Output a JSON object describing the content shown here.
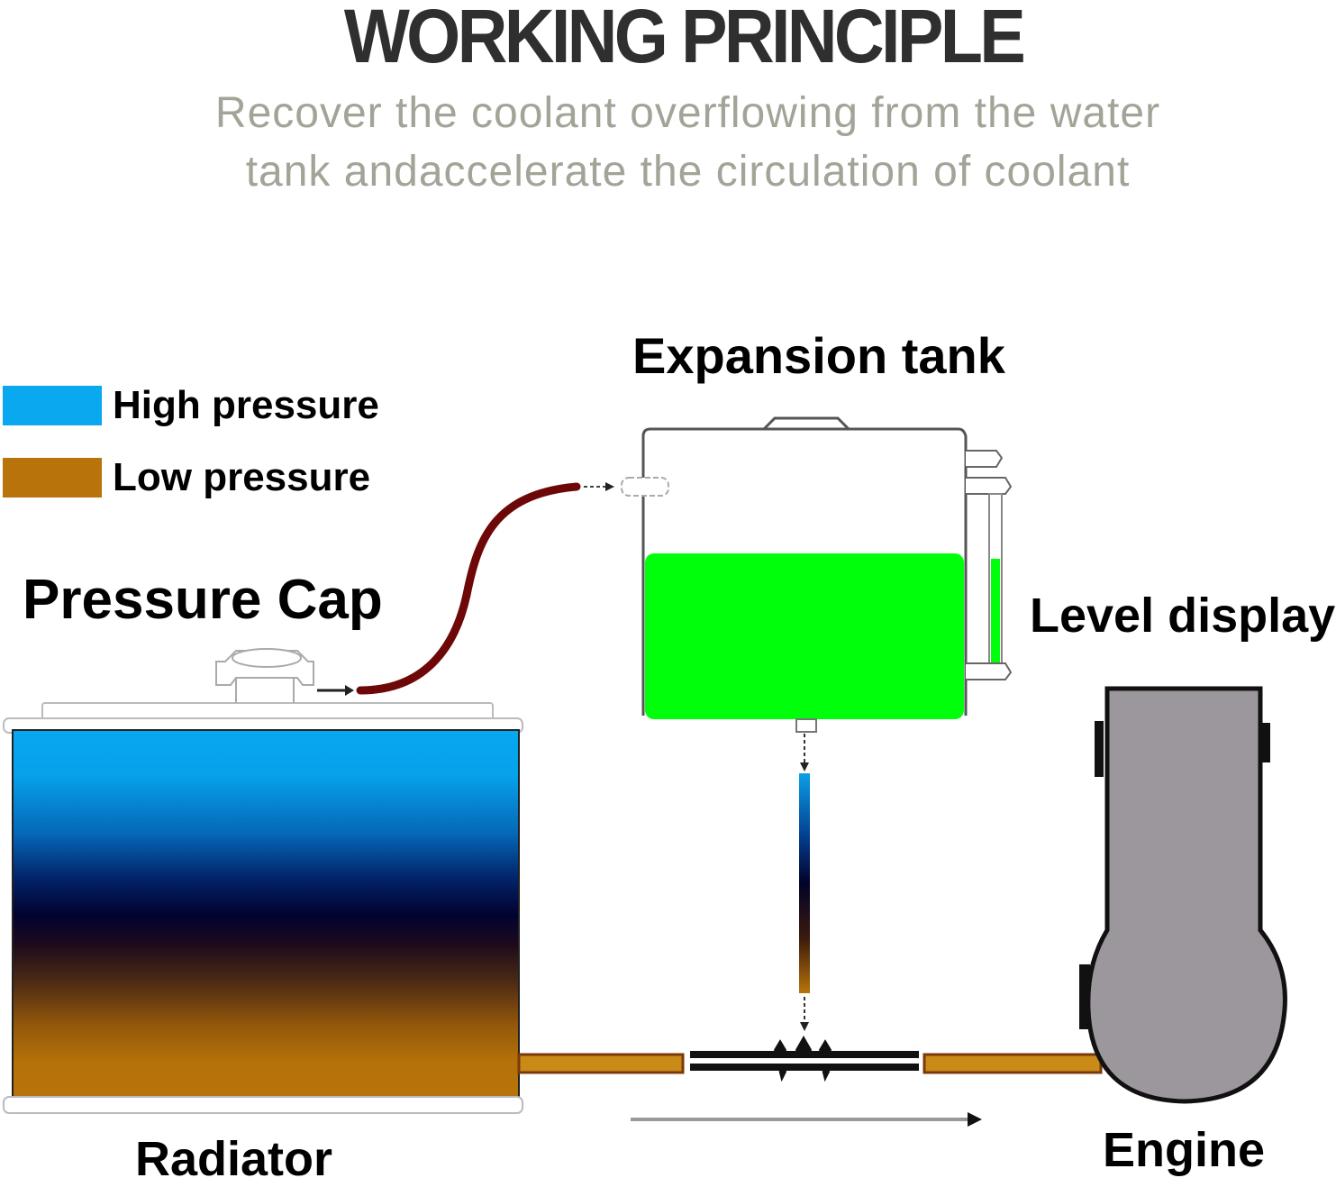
{
  "header": {
    "title": "WORKING PRINCIPLE",
    "subtitle_line1": "Recover the coolant overflowing from the water",
    "subtitle_line2": "tank andaccelerate the circulation of coolant"
  },
  "legend": {
    "items": [
      {
        "label": "High pressure",
        "color": "#0aa8ef"
      },
      {
        "label": "Low pressure",
        "color": "#b8730a"
      }
    ]
  },
  "components": {
    "pressure_cap": "Pressure Cap",
    "expansion_tank": "Expansion tank",
    "level_display": "Level display",
    "radiator": "Radiator",
    "engine": "Engine"
  },
  "colors": {
    "coolant": "#00ff0a",
    "hose": "#7a0a0a",
    "engine": "#9c979c",
    "high_pressure": "#0aa8ef",
    "low_pressure": "#b8730a"
  }
}
